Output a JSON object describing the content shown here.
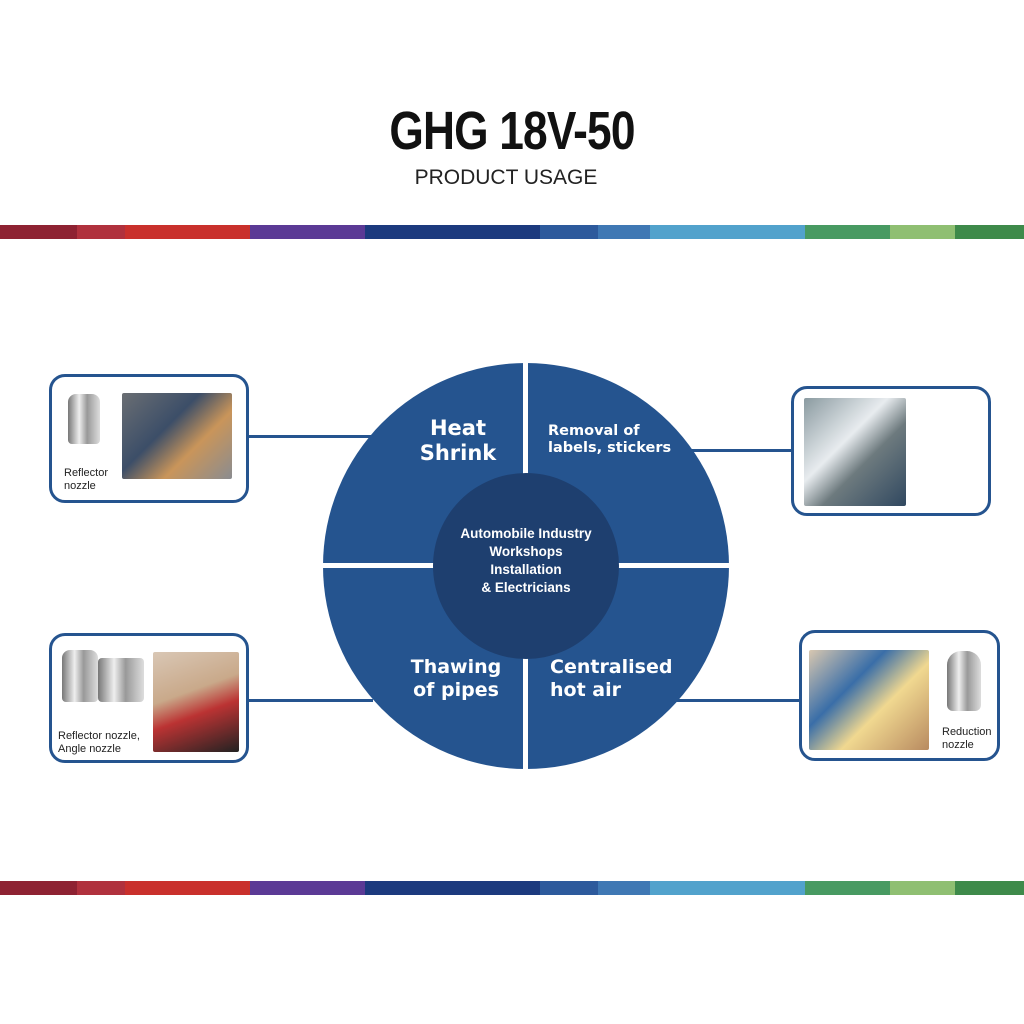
{
  "header": {
    "title": "GHG 18V-50",
    "subtitle": "PRODUCT USAGE"
  },
  "colors": {
    "primary": "#25548f",
    "inner": "#1e3f6f"
  },
  "stripe_colors": [
    "#8e2232",
    "#b0313d",
    "#c9302c",
    "#5b3a95",
    "#1c3a7e",
    "#2d5a9c",
    "#3f78b4",
    "#52a2cc",
    "#489a62",
    "#8fbf72",
    "#3e8a4a"
  ],
  "diagram": {
    "center": [
      "Automobile Industry",
      "Workshops",
      "Installation",
      "& Electricians"
    ],
    "quadrants": [
      {
        "line1": "Heat",
        "line2": "Shrink"
      },
      {
        "line1": "Removal of",
        "line2": "labels, stickers"
      },
      {
        "line1": "Thawing",
        "line2": "of pipes"
      },
      {
        "line1": "Centralised",
        "line2": "hot air"
      }
    ]
  },
  "boxes": {
    "top_left": {
      "caption1": "Reflector",
      "caption2": "nozzle"
    },
    "bottom_left": {
      "caption1": "Reflector nozzle,",
      "caption2": "Angle nozzle"
    },
    "bottom_right": {
      "caption1": "Reduction",
      "caption2": "nozzle"
    }
  }
}
